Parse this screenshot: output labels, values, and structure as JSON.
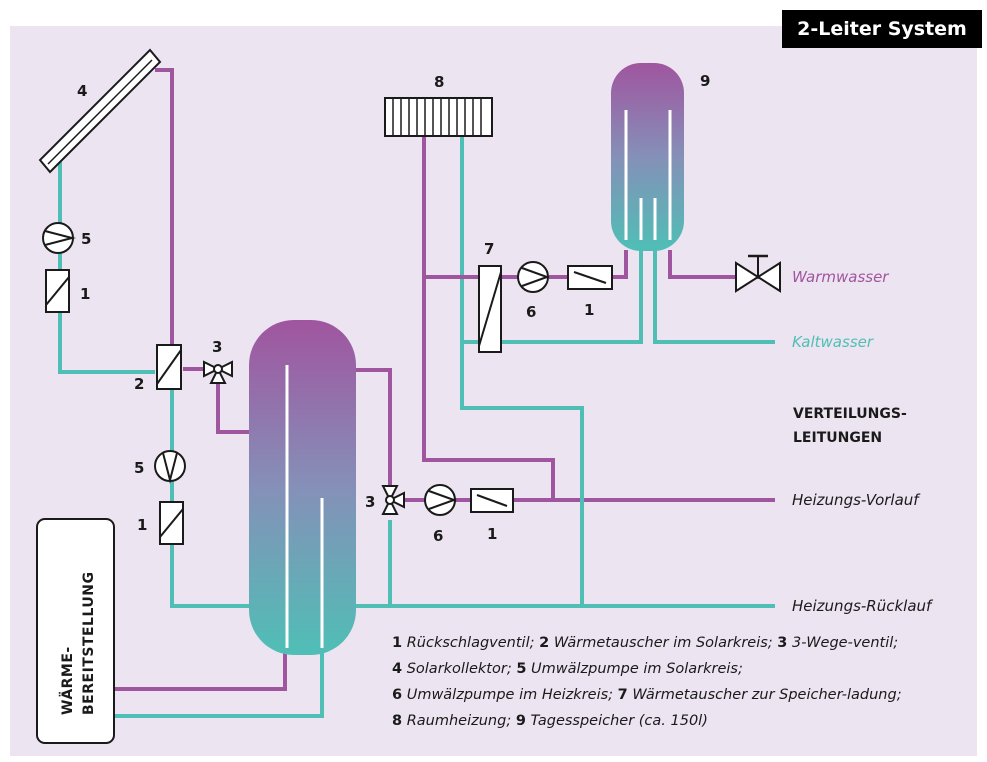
{
  "title": "2-Leiter System",
  "colors": {
    "purple": "#a0559f",
    "teal": "#4fbfb6",
    "panel": "#ece4f1"
  },
  "components": {
    "n1": "1",
    "n2": "2",
    "n3": "3",
    "n4": "4",
    "n5": "5",
    "n6": "6",
    "n7": "7",
    "n8": "8",
    "n9": "9"
  },
  "boiler_label_line1": "WÄRME-",
  "boiler_label_line2": "BEREITSTELLUNG",
  "distribution_line1": "VERTEILUNGS-",
  "distribution_line2": "LEITUNGEN",
  "outputs": {
    "warmwasser": "Warmwasser",
    "kaltwasser": "Kaltwasser",
    "vorlauf": "Heizungs-Vorlauf",
    "ruecklauf": "Heizungs-Rücklauf"
  },
  "legend": [
    {
      "num": "1",
      "text": "Rückschlagventil;"
    },
    {
      "num": "2",
      "text": "Wärmetauscher im Solarkreis;"
    },
    {
      "num": "3",
      "text": "3-Wege-ventil;"
    },
    {
      "num": "4",
      "text": "Solarkollektor;"
    },
    {
      "num": "5",
      "text": "Umwälzpumpe im Solarkreis;"
    },
    {
      "num": "6",
      "text": "Umwälzpumpe im Heizkreis;"
    },
    {
      "num": "7",
      "text": "Wärmetauscher zur Speicher-ladung;"
    },
    {
      "num": "8",
      "text": "Raumheizung;"
    },
    {
      "num": "9",
      "text": "Tagesspeicher (ca. 150l)"
    }
  ]
}
